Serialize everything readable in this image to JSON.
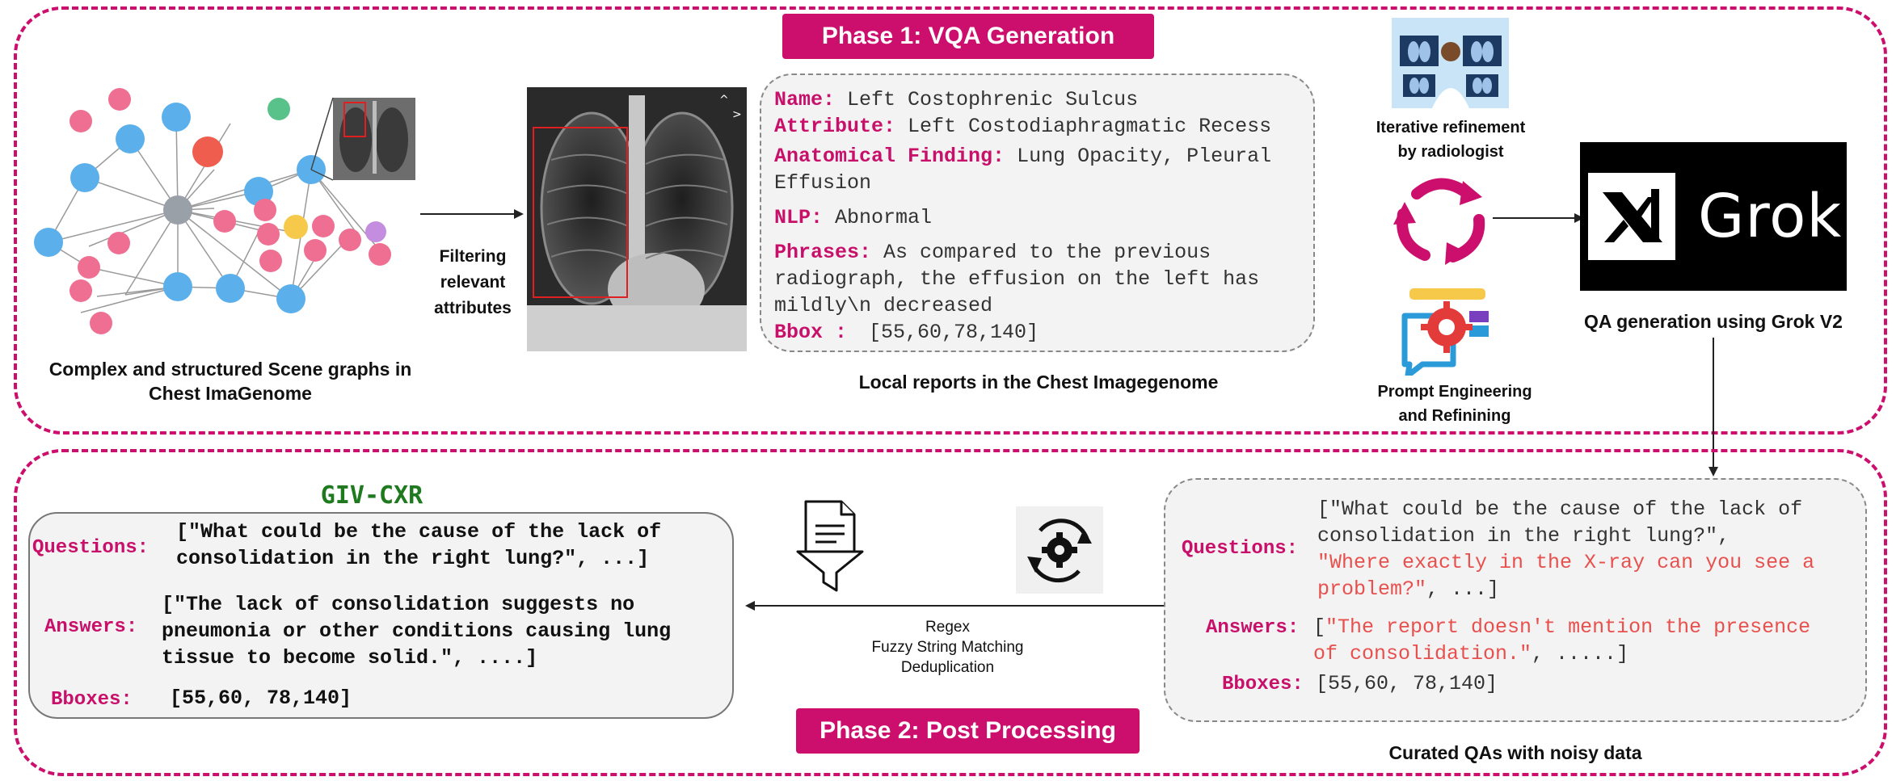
{
  "phase1": {
    "title": "Phase 1: VQA Generation",
    "scene_graph_caption_line1": "Complex and structured Scene graphs in",
    "scene_graph_caption_line2": "Chest ImaGenome",
    "filter_label_line1": "Filtering",
    "filter_label_line2": "relevant",
    "filter_label_line3": "attributes",
    "report": {
      "name_label": "Name:",
      "name_value": "Left Costophrenic Sulcus",
      "attribute_label": "Attribute:",
      "attribute_value": "Left Costodiaphragmatic Recess",
      "finding_label": "Anatomical Finding:",
      "finding_value_line1": "Lung Opacity, Pleural",
      "finding_value_line2": "Effusion",
      "nlp_label": "NLP:",
      "nlp_value": "Abnormal",
      "phrases_label": "Phrases:",
      "phrases_line1": "As compared to the previous",
      "phrases_line2": "radiograph, the effusion on the left has",
      "phrases_line3": "mildly\\n decreased",
      "bbox_label": "Bbox :",
      "bbox_value": "[55,60,78,140]"
    },
    "report_caption": "Local reports in the Chest Imagegenome",
    "radiologist_caption_line1": "Iterative refinement",
    "radiologist_caption_line2": "by radiologist",
    "prompt_caption_line1": "Prompt Engineering",
    "prompt_caption_line2": "and Refinining",
    "grok_logo_text": "Grok",
    "grok_caption": "QA generation using Grok V2"
  },
  "phase2": {
    "title": "Phase 2: Post Processing",
    "dataset_name": "GIV-CXR",
    "final": {
      "questions_label": "Questions:",
      "questions_line1": "[\"What could be the cause of the lack of",
      "questions_line2": "consolidation in the right lung?\", ...]",
      "answers_label": "Answers:",
      "answers_line1": "[\"The lack of consolidation suggests no",
      "answers_line2": "pneumonia or other conditions causing lung",
      "answers_line3": "tissue to become solid.\", ....]",
      "bboxes_label": "Bboxes:",
      "bboxes_value": "[55,60, 78,140]"
    },
    "process_line1": "Regex",
    "process_line2": "Fuzzy String Matching",
    "process_line3": "Deduplication",
    "noisy": {
      "questions_label": "Questions:",
      "q_line1": "[\"What could be the cause of the lack of",
      "q_line2": "consolidation in the right lung?\",",
      "q_line3": "\"Where exactly in the X-ray can you see a",
      "q_line4_red": "problem?\"",
      "q_line4_rest": ", ...]",
      "answers_label": "Answers:",
      "a_open": "[",
      "a_line1": "\"The report doesn't mention the presence",
      "a_line2_red": "of consolidation.\"",
      "a_line2_rest": ", .....]",
      "bboxes_label": "Bboxes:",
      "bboxes_value": "[55,60, 78,140]"
    },
    "noisy_caption": "Curated QAs with noisy data"
  },
  "colors": {
    "accent": "#cc0f6d",
    "dataset_green": "#1f7a1f",
    "noise_red": "#e8504e"
  }
}
